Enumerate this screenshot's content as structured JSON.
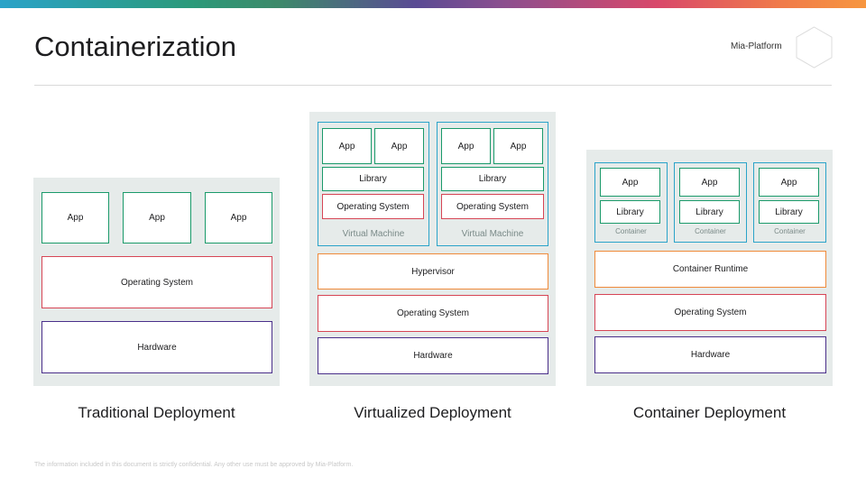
{
  "header": {
    "title": "Containerization",
    "brand": "Mia-Platform"
  },
  "traditional": {
    "apps": [
      "App",
      "App",
      "App"
    ],
    "os": "Operating System",
    "hardware": "Hardware",
    "caption": "Traditional Deployment"
  },
  "virtualized": {
    "vms": [
      {
        "apps": [
          "App",
          "App"
        ],
        "library": "Library",
        "os": "Operating System",
        "label": "Virtual Machine"
      },
      {
        "apps": [
          "App",
          "App"
        ],
        "library": "Library",
        "os": "Operating System",
        "label": "Virtual Machine"
      }
    ],
    "hypervisor": "Hypervisor",
    "os": "Operating System",
    "hardware": "Hardware",
    "caption": "Virtualized Deployment"
  },
  "container": {
    "containers": [
      {
        "app": "App",
        "library": "Library",
        "label": "Container"
      },
      {
        "app": "App",
        "library": "Library",
        "label": "Container"
      },
      {
        "app": "App",
        "library": "Library",
        "label": "Container"
      }
    ],
    "runtime": "Container Runtime",
    "os": "Operating System",
    "hardware": "Hardware",
    "caption": "Container Deployment"
  },
  "footer": {
    "note": "The information included in this document is strictly confidential. Any other use must be approved by Mia-Platform."
  },
  "colors": {
    "panel": "#e6ebea",
    "app_border": "#1a9a6a",
    "os_border": "#d64555",
    "hardware_border": "#4a2f8a",
    "runtime_border": "#ef8a3a",
    "frame_border": "#2aa3c9"
  }
}
